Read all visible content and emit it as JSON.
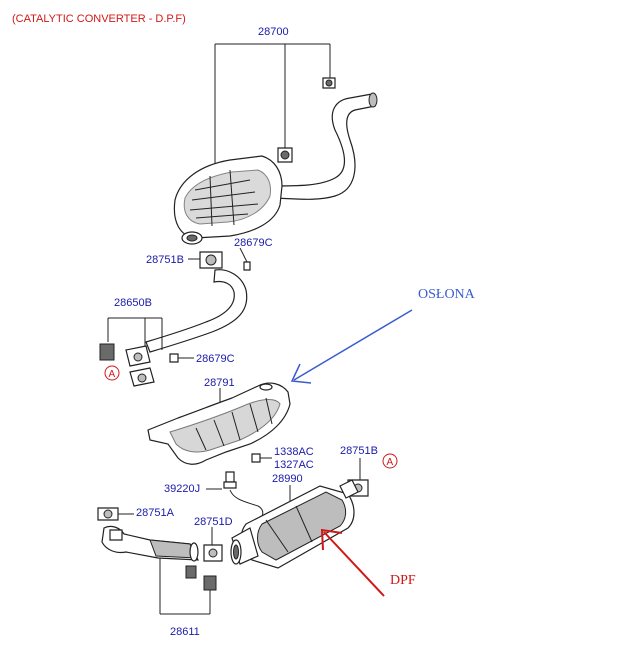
{
  "title": "(CATALYTIC CONVERTER - D.P.F)",
  "parts": {
    "p28700": "28700",
    "p28679c_top": "28679C",
    "p28751b_top": "28751B",
    "p28650b": "28650B",
    "p28679c_mid": "28679C",
    "p28791": "28791",
    "p1338ac": "1338AC",
    "p1327ac": "1327AC",
    "p28751b_right": "28751B",
    "p39220j": "39220J",
    "p28990": "28990",
    "p28751a": "28751A",
    "p28751d": "28751D",
    "p28611": "28611"
  },
  "markers": {
    "a_left": "A",
    "a_right": "A"
  },
  "annotations": {
    "oslona": "OSŁONA",
    "oslona_color": "#3a5bd0",
    "dpf": "DPF",
    "dpf_color": "#d01818"
  }
}
